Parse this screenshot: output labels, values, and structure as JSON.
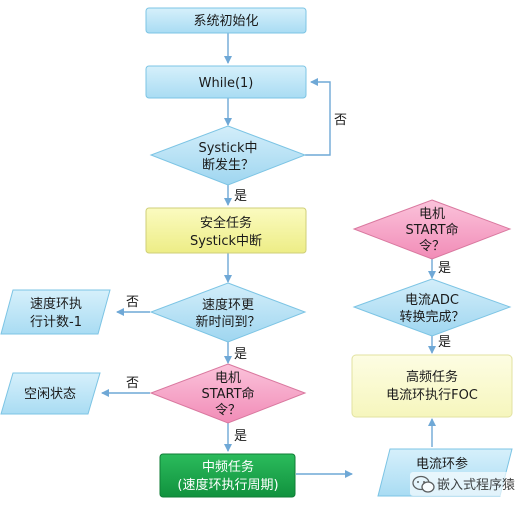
{
  "nodes": {
    "init": "系统初始化",
    "while_loop": "While(1)",
    "systick_q_l1": "Systick中",
    "systick_q_l2": "断发生？",
    "safety_l1": "安全任务",
    "safety_l2": "Systick中断",
    "speed_loop_q_l1": "速度环更",
    "speed_loop_q_l2": "新时间到？",
    "speed_count_l1": "速度环执",
    "speed_count_l2": "行计数-1",
    "motor_start_q_left_l1": "电机",
    "motor_start_q_left_l2": "START命",
    "motor_start_q_left_l3": "令？",
    "idle_state": "空闲状态",
    "mid_freq_task_l1": "中频任务",
    "mid_freq_task_l2": "(速度环执行周期)",
    "current_param_l1": "电流环参",
    "motor_start_q_right_l1": "电机",
    "motor_start_q_right_l2": "START命",
    "motor_start_q_right_l3": "令？",
    "adc_done_q_l1": "电流ADC",
    "adc_done_q_l2": "转换完成？",
    "high_freq_task_l1": "高频任务",
    "high_freq_task_l2": "电流环执行FOC"
  },
  "labels": {
    "no": "否",
    "yes": "是"
  },
  "watermark": {
    "text": "嵌入式程序猿"
  },
  "colors": {
    "blue_fill": "#bfe5f7",
    "blue_stroke": "#7cc4e4",
    "pink_fill": "#f7a3c6",
    "pink_stroke": "#d9789f",
    "yellow_fill": "#f7f7a5",
    "yellow_stroke": "#cfcf78",
    "cream_fill": "#fbfbd0",
    "green_fill": "#1aa64b",
    "arrow": "#6fa8d6"
  }
}
